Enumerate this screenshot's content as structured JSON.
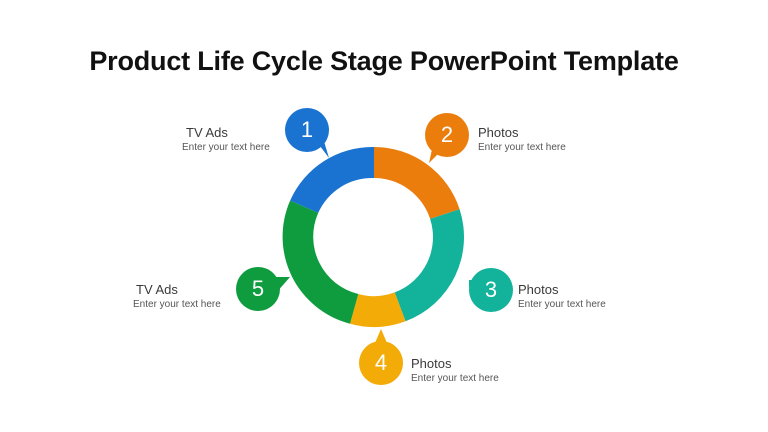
{
  "title": "Product Life Cycle Stage PowerPoint Template",
  "colors": {
    "stage1": "#1a73d1",
    "stage2": "#ea7d0c",
    "stage3": "#12b29b",
    "stage4": "#f2ab07",
    "stage5": "#0e9c3f"
  },
  "stages": [
    {
      "number": "1",
      "heading": "TV Ads",
      "text": "Enter your text here"
    },
    {
      "number": "2",
      "heading": "Photos",
      "text": "Enter your text here"
    },
    {
      "number": "3",
      "heading": "Photos",
      "text": "Enter your text here"
    },
    {
      "number": "4",
      "heading": "Photos",
      "text": "Enter your text here"
    },
    {
      "number": "5",
      "heading": "TV Ads",
      "text": "Enter your text here"
    }
  ]
}
